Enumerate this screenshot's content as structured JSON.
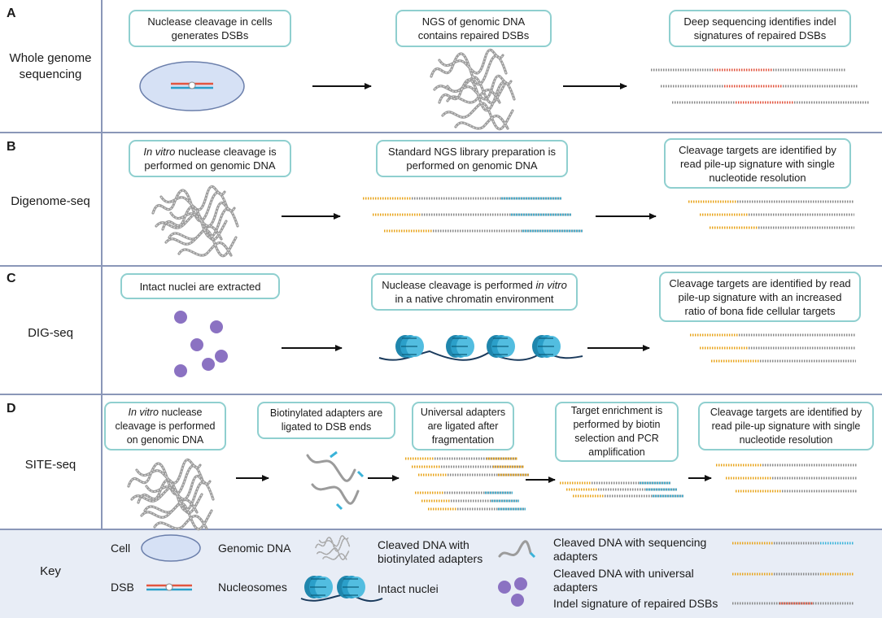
{
  "panels": {
    "A": {
      "letter": "A",
      "method": "Whole genome sequencing",
      "box1": [
        "Nuclease cleavage in cells",
        "generates DSBs"
      ],
      "box2": [
        "NGS of genomic DNA",
        "contains repaired DSBs"
      ],
      "box3": [
        "Deep sequencing identifies indel",
        "signatures of repaired DSBs"
      ]
    },
    "B": {
      "letter": "B",
      "method": "Digenome-seq",
      "box1_italic": "In vitro",
      "box1": [
        " nuclease cleavage is",
        "performed on genomic DNA"
      ],
      "box2": [
        "Standard NGS library preparation is",
        "performed on genomic DNA"
      ],
      "box3": [
        "Cleavage targets are identified by",
        "read pile-up signature with single",
        "nucleotide resolution"
      ]
    },
    "C": {
      "letter": "C",
      "method": "DIG-seq",
      "box1": [
        "Intact nuclei are extracted"
      ],
      "box2_pre": "Nuclease cleavage is performed ",
      "box2_italic": "in vitro",
      "box2_line2": "in a native chromatin environment",
      "box3": [
        "Cleavage targets are identified by read",
        "pile-up signature with an increased",
        "ratio of bona fide cellular targets"
      ]
    },
    "D": {
      "letter": "D",
      "method": "SITE-seq",
      "box1_italic": "In vitro",
      "box1": [
        " nuclease",
        "cleavage is performed",
        "on genomic DNA"
      ],
      "box2": [
        "Biotinylated adapters are",
        "ligated to DSB ends"
      ],
      "box3": [
        "Universal adapters",
        "are ligated after",
        "fragmentation"
      ],
      "box4": [
        "Target enrichment is",
        "performed by biotin",
        "selection and PCR",
        "amplification"
      ],
      "box5": [
        "Cleavage targets are identified by",
        "read pile-up signature with single",
        "nucleotide resolution"
      ]
    }
  },
  "key": {
    "title": "Key",
    "cell": "Cell",
    "dsb": "DSB",
    "genomic_dna": "Genomic DNA",
    "nucleosomes": "Nucleosomes",
    "cleaved_biotin": [
      "Cleaved DNA with",
      "biotinylated adapters"
    ],
    "intact_nuclei": "Intact nuclei",
    "cleaved_seq": [
      "Cleaved DNA with sequencing",
      "adapters"
    ],
    "cleaved_universal": [
      "Cleaved DNA with universal",
      "adapters"
    ],
    "indel": "Indel signature of repaired DSBs"
  },
  "colors": {
    "separator": "#8a97b8",
    "box_border": "#8fcfcf",
    "key_bg": "#e8edf6",
    "cell_fill": "#d6e1f5",
    "adapter_orange": "#e8a51e",
    "adapter_blue": "#3ab3d9",
    "indel_red": "#e2553f",
    "dna_grey": "#8a8a8a",
    "nucleus_purple": "#8b72c2",
    "nucleosome_teal": "#2b9fc9"
  }
}
